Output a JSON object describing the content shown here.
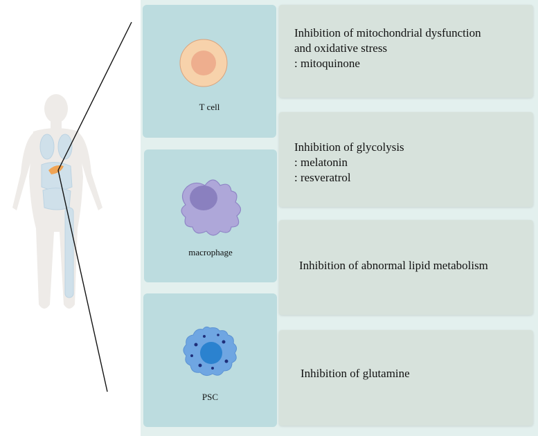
{
  "cells": [
    {
      "name": "t-cell",
      "label": "T cell",
      "icon": "t-cell-icon",
      "fill": "#f7d2ab",
      "nucleus": "#eeae8e"
    },
    {
      "name": "macrophage",
      "label": "macrophage",
      "icon": "macrophage-icon",
      "fill": "#aea7d9",
      "nucleus": "#8a80bf"
    },
    {
      "name": "psc",
      "label": "PSC",
      "icon": "psc-icon",
      "fill": "#6fa6e2",
      "nucleus": "#2b82cf"
    }
  ],
  "mechanisms": [
    {
      "name": "mitochondrial",
      "text": "Inhibition of mitochondrial dysfunction\nand oxidative stress\n: mitoquinone"
    },
    {
      "name": "glycolysis",
      "text": "Inhibition of glycolysis\n: melatonin\n: resveratrol"
    },
    {
      "name": "lipid",
      "text": "Inhibition of abnormal lipid metabolism"
    },
    {
      "name": "glutamine",
      "text": "Inhibition of glutamine"
    }
  ],
  "colors": {
    "cell_box": "#bcdcdf",
    "text_box": "#d7e2dc",
    "body_silhouette": "#eeebe8",
    "organs": "#cfe0ea",
    "pancreas": "#f0a454"
  }
}
